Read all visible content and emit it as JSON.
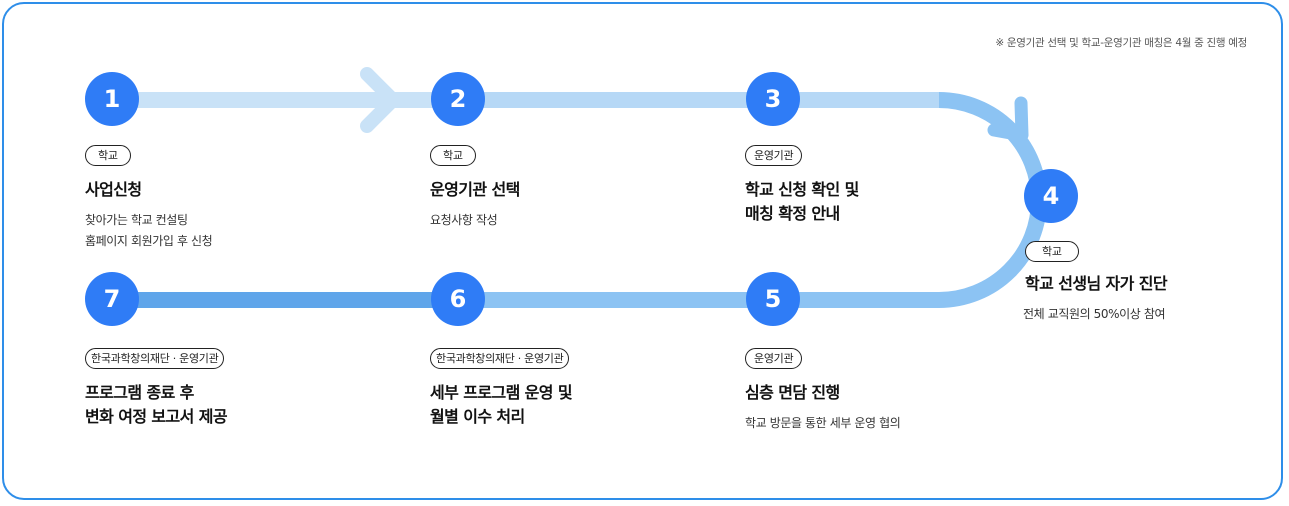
{
  "note": "※ 운영기관 선택 및 학교-운영기관 매칭은 4월 중 진행 예정",
  "colors": {
    "accent": "#2f7cf6",
    "track_light": "#c9e2f7",
    "track_mid": "#8cc3f3",
    "track_strong": "#5fa5ea",
    "frame": "#2e8ee9"
  },
  "steps": [
    {
      "number": "1",
      "badge": "학교",
      "title": "사업신청",
      "desc": "찾아가는 학교 컨설팅\n홈페이지 회원가입 후 신청"
    },
    {
      "number": "2",
      "badge": "학교",
      "title": "운영기관 선택",
      "desc": "요청사항 작성"
    },
    {
      "number": "3",
      "badge": "운영기관",
      "title": "학교 신청 확인 및\n매칭 확정 안내",
      "desc": ""
    },
    {
      "number": "4",
      "badge": "학교",
      "title": "학교 선생님 자가 진단",
      "desc": "전체 교직원의 50%이상 참여"
    },
    {
      "number": "5",
      "badge": "운영기관",
      "title": "심층 면담 진행",
      "desc": "학교 방문을 통한 세부 운영 협의"
    },
    {
      "number": "6",
      "badge": "한국과학창의재단 · 운영기관",
      "title": "세부 프로그램 운영 및\n월별 이수 처리",
      "desc": ""
    },
    {
      "number": "7",
      "badge": "한국과학창의재단 · 운영기관",
      "title": "프로그램 종료 후\n변화 여정 보고서 제공",
      "desc": ""
    }
  ]
}
